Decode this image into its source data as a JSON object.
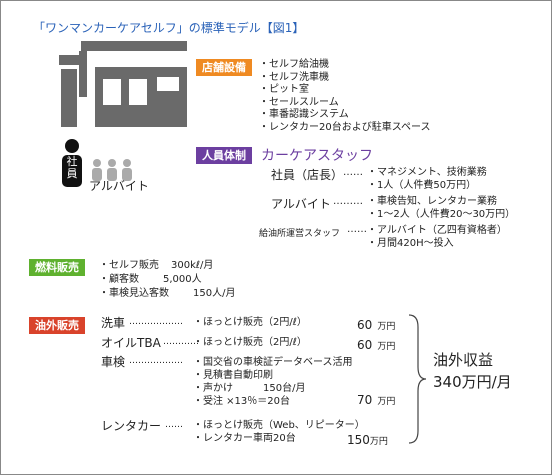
{
  "title": "「ワンマンカーケアセルフ」の標準モデル【図1】",
  "shop": {
    "tag": "店舗設備",
    "items": [
      "・セルフ給油機",
      "・セルフ洗車機",
      "・ピット室",
      "・セールスルーム",
      "・車番認識システム",
      "・レンタカー20台および駐車スペース"
    ]
  },
  "staff": {
    "tag": "人員体制",
    "heading": "カーケアスタッフ",
    "employee_icon_label": "社員",
    "parttime_icon_label": "アルバイト",
    "roles": [
      {
        "role": "社員（店長）",
        "dots": "……",
        "duties": [
          "・マネジメント、技術業務",
          "・1人（人件費50万円）"
        ]
      },
      {
        "role": "アルバイト",
        "dots": "………",
        "duties": [
          "・車検告知、レンタカー業務",
          "・1～2人（人件費20～30万円）"
        ]
      },
      {
        "role": "給油所運営スタッフ",
        "dots": "……",
        "duties": [
          "・アルバイト（乙四有資格者）",
          "・月間420H～投入"
        ]
      }
    ]
  },
  "fuel": {
    "tag": "燃料販売",
    "items": [
      {
        "label": "・セルフ販売",
        "value": "300kℓ/月"
      },
      {
        "label": "・顧客数",
        "value": "5,000人"
      },
      {
        "label": "・車検見込客数",
        "value": "150人/月"
      }
    ]
  },
  "nonfuel": {
    "tag": "油外販売",
    "rows": [
      {
        "name": "洗車",
        "dots": "………………",
        "details": [
          "・ほっとけ販売（2円/ℓ）"
        ],
        "amount": "60",
        "unit": "万円"
      },
      {
        "name": "オイルTBA",
        "dots": "…………",
        "details": [
          "・ほっとけ販売（2円/ℓ）"
        ],
        "amount": "60",
        "unit": "万円"
      },
      {
        "name": "車検",
        "dots": "………………",
        "details": [
          "・国交省の車検証データベース活用",
          "・見積書自動印刷",
          "・声かけ　　　150台/月",
          "・受注 ×13％＝20台"
        ],
        "amount": "70",
        "unit": "万円"
      },
      {
        "name": "レンタカー",
        "dots": "……",
        "details": [
          "・ほっとけ販売（Web、リピーター）",
          "・レンタカー車両20台"
        ],
        "amount": "150",
        "unit": "万円"
      }
    ],
    "total_label": "油外収益",
    "total_value": "340万円/月"
  }
}
